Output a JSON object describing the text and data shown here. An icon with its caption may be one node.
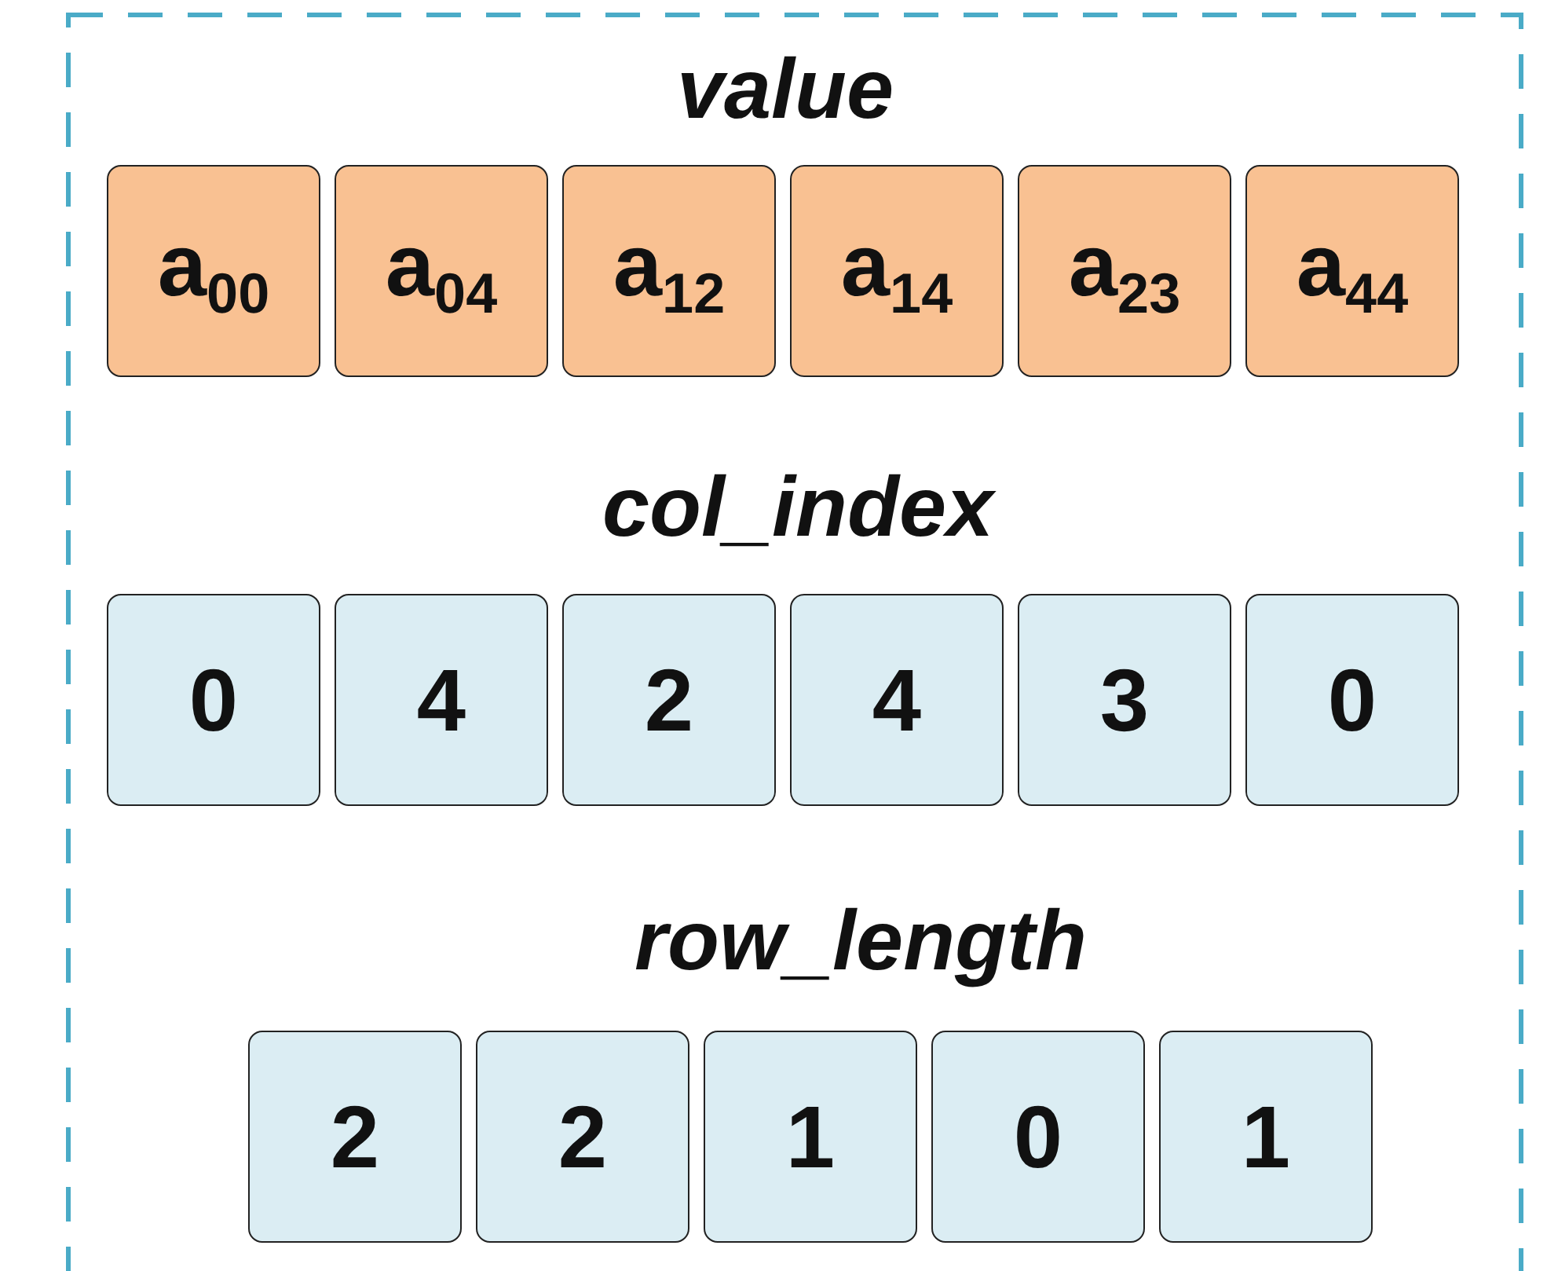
{
  "diagram": {
    "nodes": [
      {
        "text": [],
        "shape": "box"
      },
      {
        "text": [
          "a$_{00}$"
        ],
        "in": 0
      },
      {
        "text": [
          "a$_{04}$"
        ],
        "in": 0
      },
      {
        "text": [
          "a$_{12}$"
        ],
        "in": 0
      },
      {
        "text": [
          "a$_{14}$"
        ],
        "in": 0
      },
      {
        "text": [
          "a$_{23}$"
        ],
        "in": 0
      },
      {
        "text": [
          "a$_{44}$"
        ],
        "in": 0
      },
      {
        "text": [
          "0"
        ],
        "in": 0
      },
      {
        "text": [
          "4"
        ],
        "in": 0
      },
      {
        "text": [
          "2"
        ],
        "in": 0
      },
      {
        "text": [
          "4"
        ],
        "in": 0
      },
      {
        "text": [
          "3"
        ],
        "in": 0
      },
      {
        "text": [
          "0"
        ],
        "in": 0
      },
      {
        "text": [
          "2"
        ],
        "in": 0
      },
      {
        "text": [
          "2"
        ],
        "in": 0
      },
      {
        "text": [
          "1"
        ],
        "in": 0
      },
      {
        "text": [
          "0"
        ],
        "in": 0
      },
      {
        "text": [
          "1"
        ],
        "in": 0
      }
    ],
    "labels": [
      "value",
      "col_index",
      "row_length"
    ]
  }
}
